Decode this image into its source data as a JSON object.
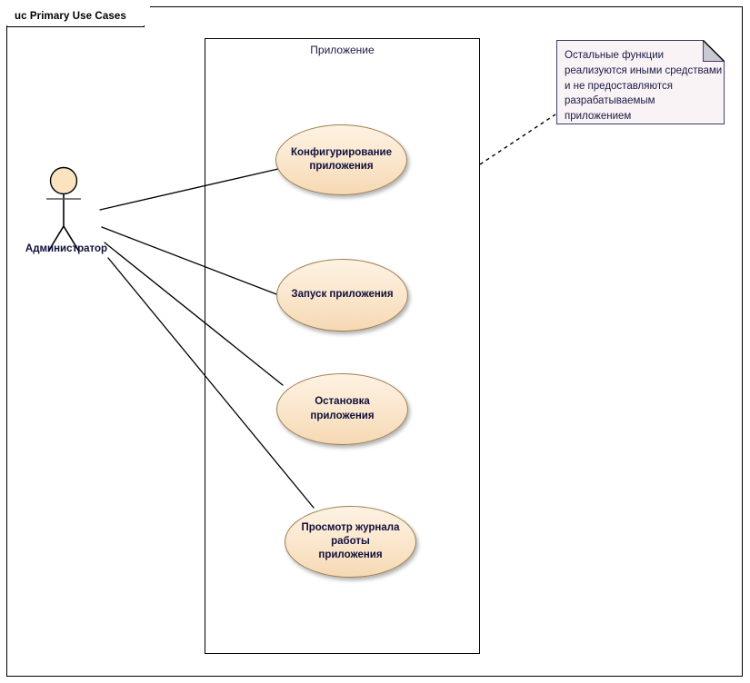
{
  "diagram": {
    "frame_label": "uc Primary Use Cases",
    "type": "uml-use-case-diagram",
    "background": "#ffffff",
    "frame_border_color": "#000000"
  },
  "system_boundary": {
    "label": "Приложение",
    "border_color": "#000000"
  },
  "actor": {
    "name": "Администратор",
    "head_fill": "#fbe3c0",
    "stroke": "#000000"
  },
  "use_cases": [
    {
      "id": "uc-configure",
      "label": "Конфигурирование\nприложения",
      "line1": "Конфигурирование",
      "line2": "приложения",
      "fill_top": "#fdf2e2",
      "fill_bottom": "#f6d9b4",
      "border": "#9d7f52"
    },
    {
      "id": "uc-start",
      "label": "Запуск приложения",
      "line1": "Запуск приложения",
      "line2": "",
      "fill_top": "#fdf2e2",
      "fill_bottom": "#f6d9b4",
      "border": "#9d7f52"
    },
    {
      "id": "uc-stop",
      "label": "Остановка\nприложения",
      "line1": "Остановка",
      "line2": "приложения",
      "fill_top": "#fdf2e2",
      "fill_bottom": "#f6d9b4",
      "border": "#9d7f52"
    },
    {
      "id": "uc-view-log",
      "label": "Просмотр журнала\nработы приложения",
      "line1": "Просмотр журнала",
      "line2": "работы приложения",
      "fill_top": "#fdf2e2",
      "fill_bottom": "#f6d9b4",
      "border": "#9d7f52"
    }
  ],
  "note": {
    "text": "Остальные функции реализуются иными средствами и не предоставляются разрабатываемым приложением",
    "fill": "#faf3f6",
    "border": "#3b3b6b",
    "fold_fill": "#c9c9d4"
  },
  "associations": [
    {
      "from": "Администратор",
      "to": "Конфигурирование приложения",
      "style": "solid"
    },
    {
      "from": "Администратор",
      "to": "Запуск приложения",
      "style": "solid"
    },
    {
      "from": "Администратор",
      "to": "Остановка приложения",
      "style": "solid"
    },
    {
      "from": "Администратор",
      "to": "Просмотр журнала работы приложения",
      "style": "solid"
    }
  ],
  "note_link": {
    "from": "note",
    "to": "system_boundary",
    "style": "dashed"
  }
}
